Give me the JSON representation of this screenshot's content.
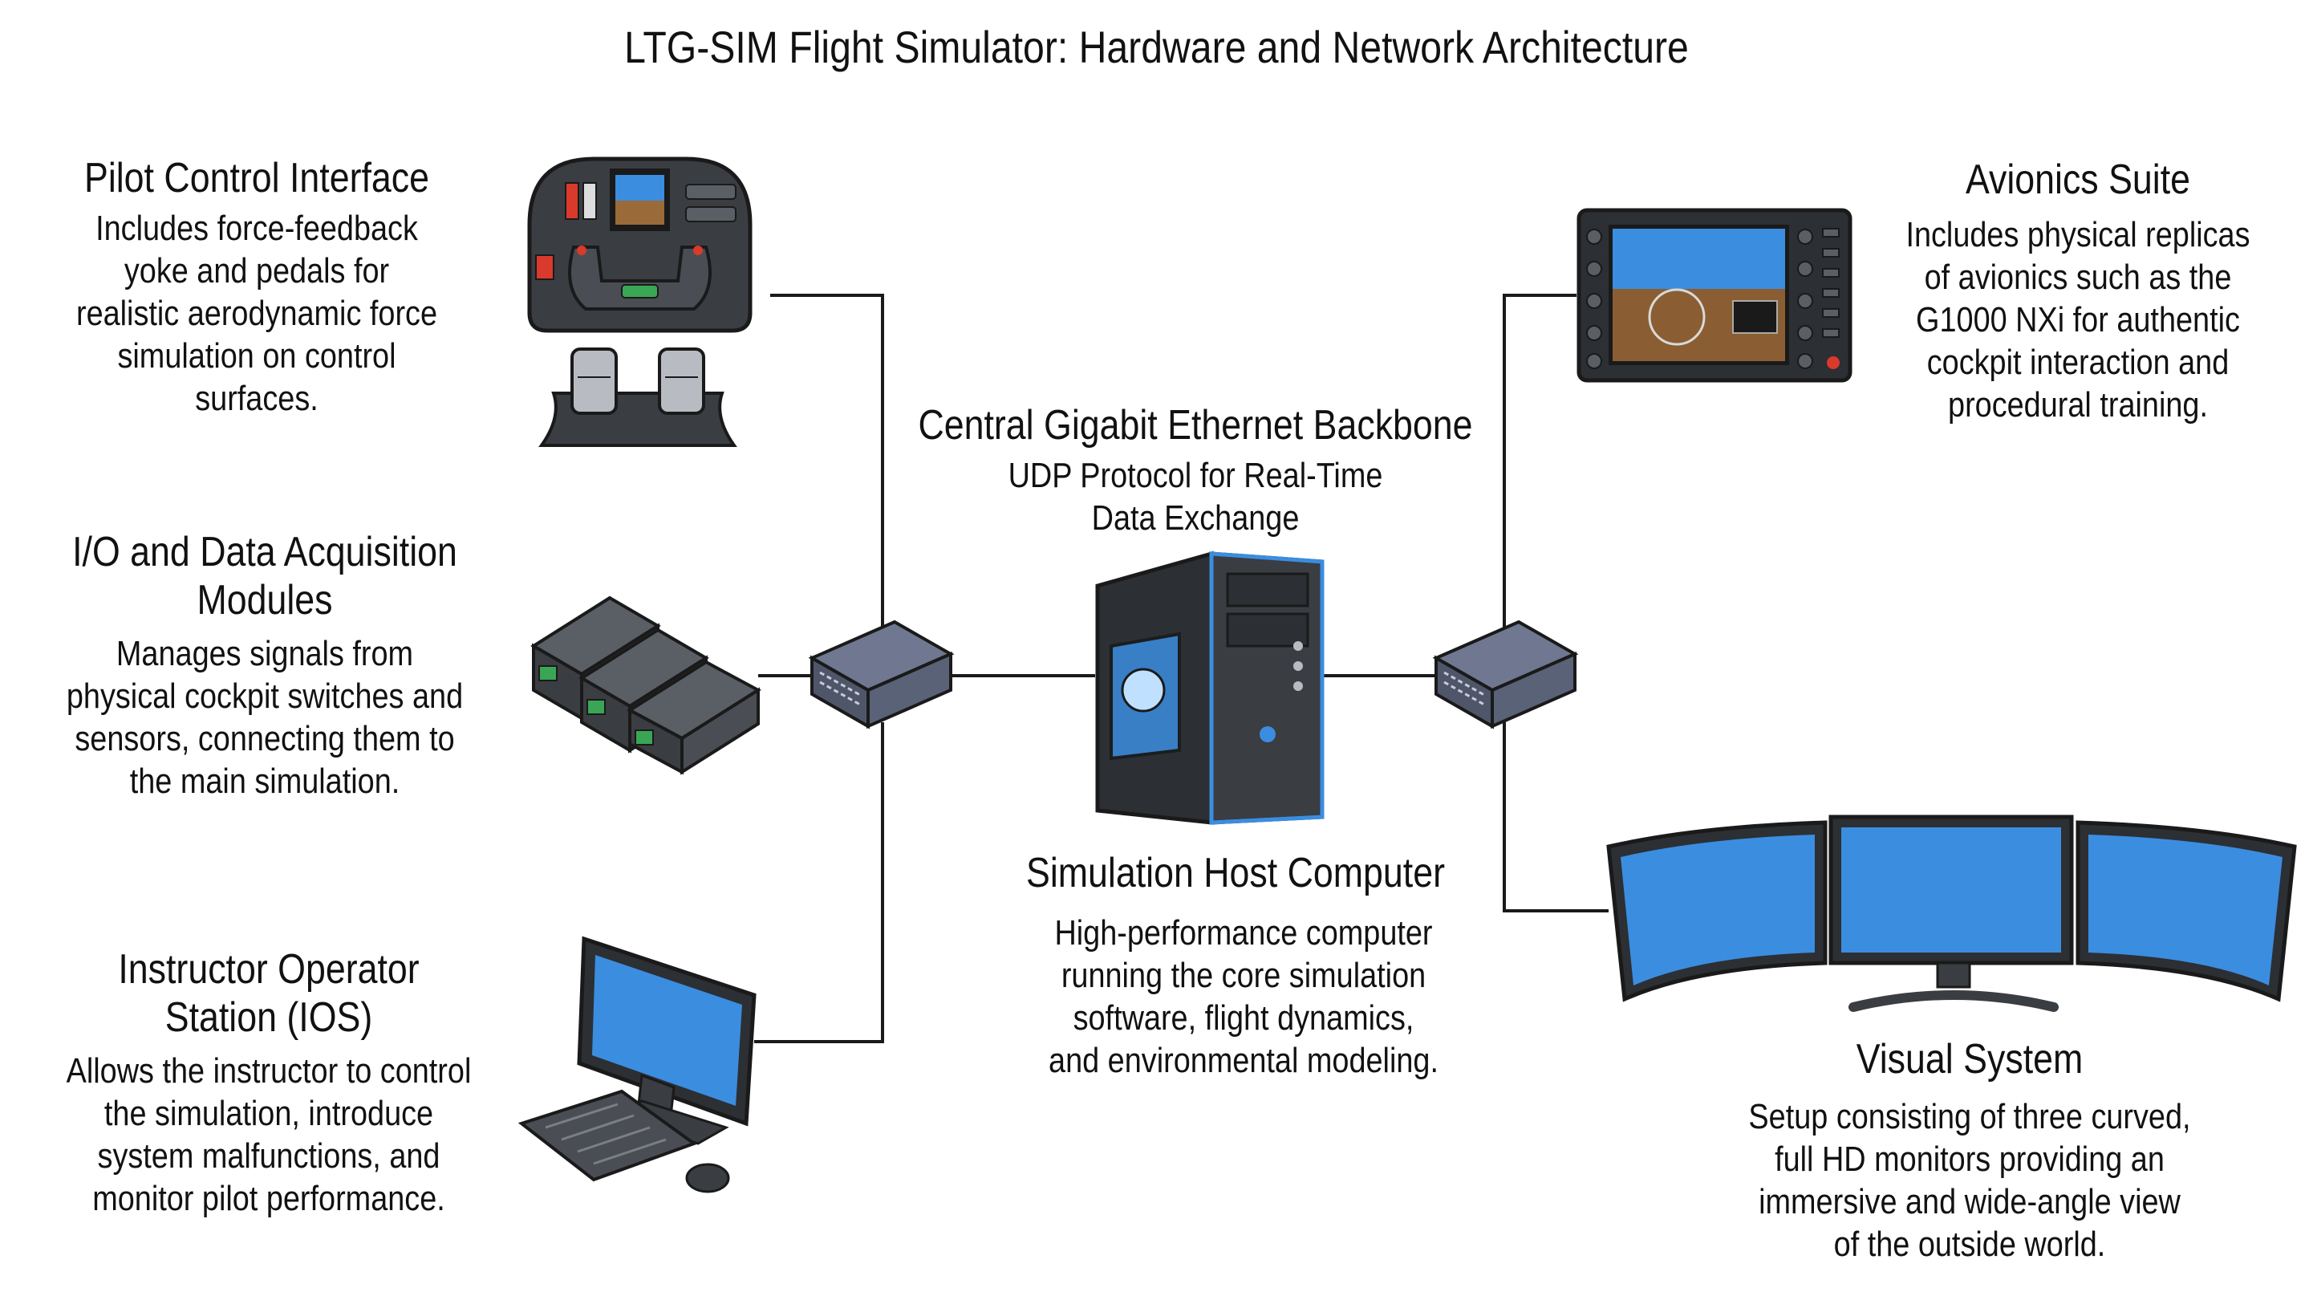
{
  "title": "LTG-SIM Flight Simulator: Hardware and Network Architecture",
  "components": {
    "pilot": {
      "heading": "Pilot Control Interface",
      "body": "Includes force-feedback\nyoke and pedals for\nrealistic aerodynamic force\nsimulation on control\nsurfaces."
    },
    "io": {
      "heading": "I/O and Data Acquisition\nModules",
      "body": "Manages signals from\nphysical cockpit switches and\nsensors, connecting them to\nthe main simulation."
    },
    "ios": {
      "heading": "Instructor Operator\nStation (IOS)",
      "body": "Allows the instructor to control\nthe simulation, introduce\nsystem malfunctions, and\nmonitor pilot performance."
    },
    "backbone": {
      "heading": "Central Gigabit Ethernet Backbone",
      "body": "UDP Protocol for Real-Time\nData Exchange"
    },
    "host": {
      "heading": "Simulation Host Computer",
      "body": "High-performance computer\nrunning the core simulation\nsoftware, flight dynamics,\nand environmental modeling."
    },
    "avionics": {
      "heading": "Avionics Suite",
      "body": "Includes physical replicas\nof avionics such as the\nG1000 NXi for authentic\ncockpit interaction and\nprocedural training."
    },
    "visual": {
      "heading": "Visual System",
      "body": "Setup consisting of three curved,\nfull HD monitors providing an\nimmersive and wide-angle view\nof the outside world."
    }
  },
  "colors": {
    "line": "#1a1a1a",
    "device_dark": "#3a3d42",
    "device_mid": "#5a5f66",
    "screen_blue": "#3b8de0",
    "accent_red": "#d93a2b",
    "accent_green": "#3aa655",
    "switch_body": "#6f7890"
  }
}
